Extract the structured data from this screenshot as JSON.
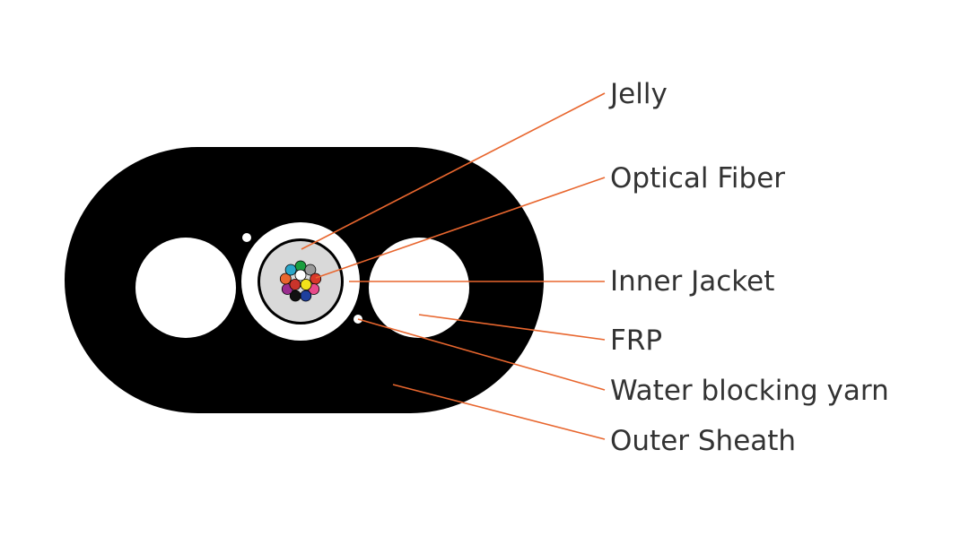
{
  "labels": [
    {
      "key": "jelly",
      "text": "Jelly"
    },
    {
      "key": "optical_fiber",
      "text": "Optical Fiber"
    },
    {
      "key": "inner_jacket",
      "text": "Inner Jacket"
    },
    {
      "key": "frp",
      "text": "FRP"
    },
    {
      "key": "water_blocking_yarn",
      "text": "Water blocking yarn"
    },
    {
      "key": "outer_sheath",
      "text": "Outer Sheath"
    }
  ],
  "colors": {
    "sheath": "#000000",
    "leader": "#e8662e",
    "jelly": "#d9d9d9",
    "text": "#333333",
    "fibers": [
      "#1a9e3f",
      "#9a9a9a",
      "#d8392b",
      "#e84a8a",
      "#1f3f9e",
      "#111111",
      "#9b2d8f",
      "#e8662e",
      "#2aa6c9",
      "#ffffff",
      "#f2e21b",
      "#c9342b"
    ]
  }
}
